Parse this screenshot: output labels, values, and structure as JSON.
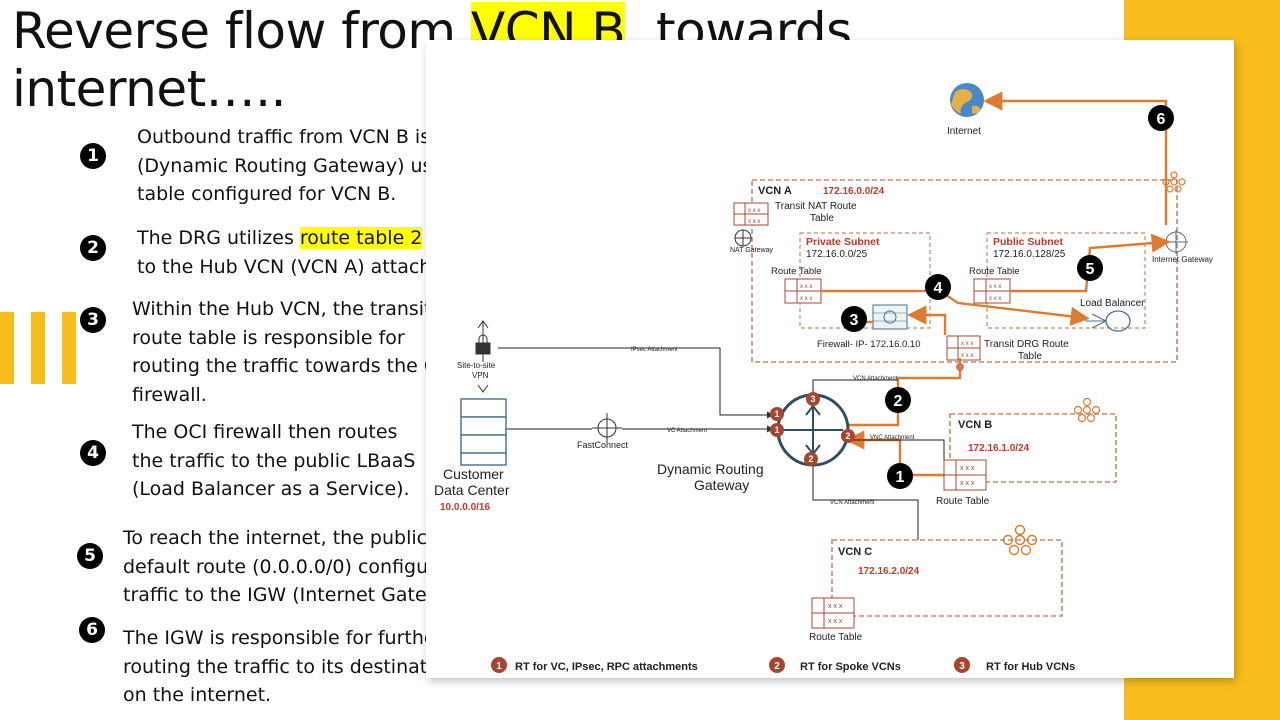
{
  "title": {
    "line1_pre": "Reverse flow from ",
    "line1_highlight": "VCN B",
    "line1_post": ", towards",
    "line2": "internet….."
  },
  "steps": [
    {
      "num": "1",
      "text": "Outbound traffic from VCN B is directed to the DRG (Dynamic Routing Gateway) using the subnet route table configured for VCN B."
    },
    {
      "num": "2",
      "text_pre": "The DRG utilizes ",
      "text_highlight": "route table 2",
      "text_post": " to route the traffic to the Hub VCN (VCN A) attachment."
    },
    {
      "num": "3",
      "text": "Within the Hub VCN, the transit route table is responsible for routing the traffic towards the OCI firewall."
    },
    {
      "num": "4",
      "text": "The OCI firewall then routes the traffic to the public LBaaS (Load Balancer as a Service)."
    },
    {
      "num": "5",
      "text": "To reach the internet, the public LBaaS should have a default route (0.0.0.0/0) configured, directing the traffic to the IGW (Internet Gateway)."
    },
    {
      "num": "6",
      "text": "The IGW is responsible for further routing the traffic to its destination on the internet."
    }
  ],
  "diagram": {
    "internet": "Internet",
    "vcn_a": "VCN A",
    "vcn_a_cidr": "172.16.0.0/24",
    "transit_nat_rt_1": "Transit NAT Route",
    "transit_nat_rt_2": "Table",
    "nat_gateway": "NAT Gateway",
    "private_subnet": "Private Subnet",
    "private_subnet_cidr": "172.16.0.0/25",
    "public_subnet": "Public Subnet",
    "public_subnet_cidr": "172.16.0.128/25",
    "internet_gateway": "Internet Gateway",
    "route_table": "Route Table",
    "load_balancer": "Load Balancer",
    "firewall": "Firewall- IP- 172.16.0.10",
    "transit_drg_rt_1": "Transit DRG Route",
    "transit_drg_rt_2": "Table",
    "site_to_site_1": "Site-to-site",
    "site_to_site_2": "VPN",
    "ipsec_attachment": "IPsec Attachment",
    "fastconnect": "FastConnect",
    "vc_attachment": "VC Attachment",
    "customer_dc_1": "Customer",
    "customer_dc_2": "Data Center",
    "customer_dc_cidr": "10.0.0.0/16",
    "drg_1": "Dynamic Routing",
    "drg_2": "Gateway",
    "vcn_attachment": "VCN Attachment",
    "vnc_attachment": "VNC Attachment",
    "vcn_b": "VCN B",
    "vcn_b_cidr": "172.16.1.0/24",
    "vcn_c": "VCN C",
    "vcn_c_cidr": "172.16.2.0/24",
    "flow_marks": [
      "1",
      "2",
      "3",
      "4",
      "5",
      "6"
    ],
    "legend": [
      {
        "num": "1",
        "label": "RT for VC, IPsec, RPC attachments"
      },
      {
        "num": "2",
        "label": "RT for Spoke VCNs"
      },
      {
        "num": "3",
        "label": "RT for Hub VCNs"
      }
    ],
    "colors": {
      "flow": "#e07a2e",
      "accent": "#a8452c",
      "dashed": "#c9876a",
      "highlight": "#ffff00",
      "brand": "#f8bd1c"
    }
  }
}
